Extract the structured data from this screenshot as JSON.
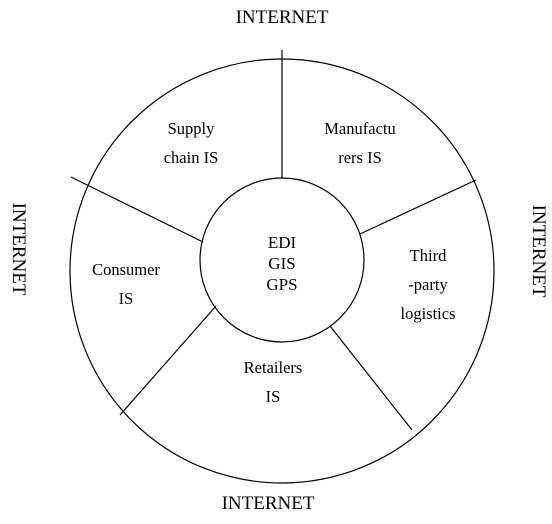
{
  "diagram": {
    "outer_labels": {
      "top": "INTERNET",
      "bottom": "INTERNET",
      "left": "INTERNET",
      "right": "INTERNET"
    },
    "center": {
      "lines": [
        "EDI",
        "GIS",
        "GPS"
      ]
    },
    "segments": {
      "supply_chain": {
        "lines": [
          "Supply",
          "chain IS"
        ]
      },
      "manufacturers": {
        "lines": [
          "Manufactu",
          "rers IS"
        ]
      },
      "third_party": {
        "lines": [
          "Third",
          "-party",
          "logistics"
        ]
      },
      "retailers": {
        "lines": [
          "Retailers",
          "IS"
        ]
      },
      "consumer": {
        "lines": [
          "Consumer",
          "IS"
        ]
      }
    },
    "colors": {
      "stroke": "#000000",
      "fill": "#ffffff",
      "text": "#000000"
    }
  }
}
